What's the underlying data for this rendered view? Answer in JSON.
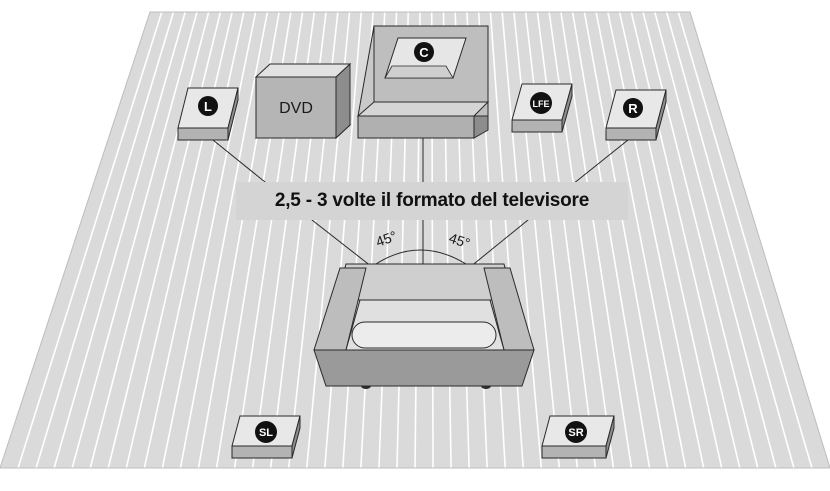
{
  "colors": {
    "floor": "#dadada",
    "floor_lines": "#ffffff",
    "device_front": "#b5b5b5",
    "device_top": "#d2d2d2",
    "device_side": "#8d8d8d",
    "badge": "#111111",
    "caption_bg": "#d4d4d4"
  },
  "speakers": {
    "center": {
      "label": "C",
      "icon": "center-speaker-icon"
    },
    "front_left": {
      "label": "L",
      "icon": "front-left-speaker-icon"
    },
    "subwoofer": {
      "label": "LFE",
      "icon": "subwoofer-icon"
    },
    "front_right": {
      "label": "R",
      "icon": "front-right-speaker-icon"
    },
    "surround_left": {
      "label": "SL",
      "icon": "surround-left-speaker-icon"
    },
    "surround_right": {
      "label": "SR",
      "icon": "surround-right-speaker-icon"
    }
  },
  "dvd_player": {
    "label": "DVD",
    "icon": "dvd-player-icon"
  },
  "seat": {
    "icon": "sofa-icon"
  },
  "distance_caption": "2,5 - 3 volte il formato del televisore",
  "angles": {
    "left": "45°",
    "right": "45°"
  }
}
